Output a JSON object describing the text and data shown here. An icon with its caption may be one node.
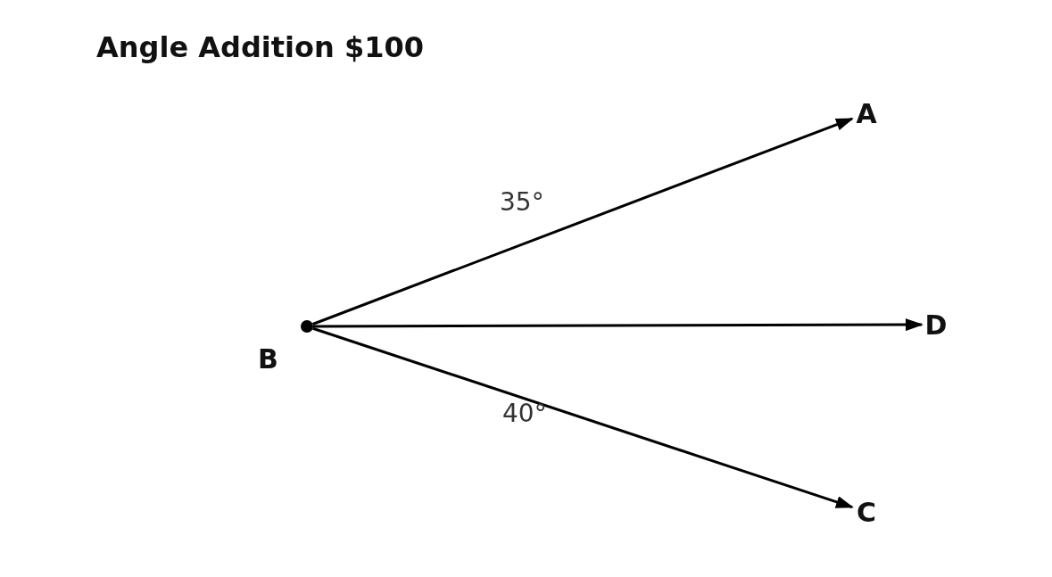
{
  "diagram": {
    "title": "Angle Addition $100",
    "nodes": [
      {
        "text": [],
        "shape": "circle",
        "beside": [
          "B"
        ]
      },
      {
        "text": [
          "A"
        ]
      },
      {
        "text": [
          "D"
        ]
      },
      {
        "text": [
          "C"
        ]
      }
    ],
    "edges": [
      {
        "from": 0,
        "to": 1,
        "arrow": "to"
      },
      {
        "from": 0,
        "to": 2,
        "arrow": "to"
      },
      {
        "from": 0,
        "to": 3,
        "arrow": "to"
      }
    ],
    "labels": [
      "35°",
      "40°"
    ]
  }
}
